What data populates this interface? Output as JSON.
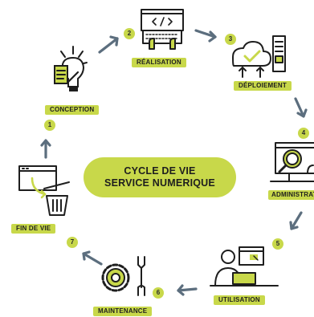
{
  "center": {
    "line1": "CYCLE DE VIE",
    "line2": "SERVICE NUMERIQUE"
  },
  "colors": {
    "accent": "#c8d84a",
    "ink": "#1e1e1e",
    "arrow": "#5c6e7e"
  },
  "steps": [
    {
      "number": "1",
      "label": "CONCEPTION",
      "icon": "lightbulb-document-icon"
    },
    {
      "number": "2",
      "label": "RÉALISATION",
      "icon": "code-laptop-icon"
    },
    {
      "number": "3",
      "label": "DÉPLOIEMENT",
      "icon": "cloud-server-icon"
    },
    {
      "number": "4",
      "label": "ADMINISTRATION",
      "icon": "monitor-magnifier-icon"
    },
    {
      "number": "5",
      "label": "UTILISATION",
      "icon": "user-laptop-icon"
    },
    {
      "number": "6",
      "label": "MAINTENANCE",
      "icon": "gear-wrench-icon"
    },
    {
      "number": "7",
      "label": "FIN DE VIE",
      "icon": "window-trash-icon"
    }
  ]
}
